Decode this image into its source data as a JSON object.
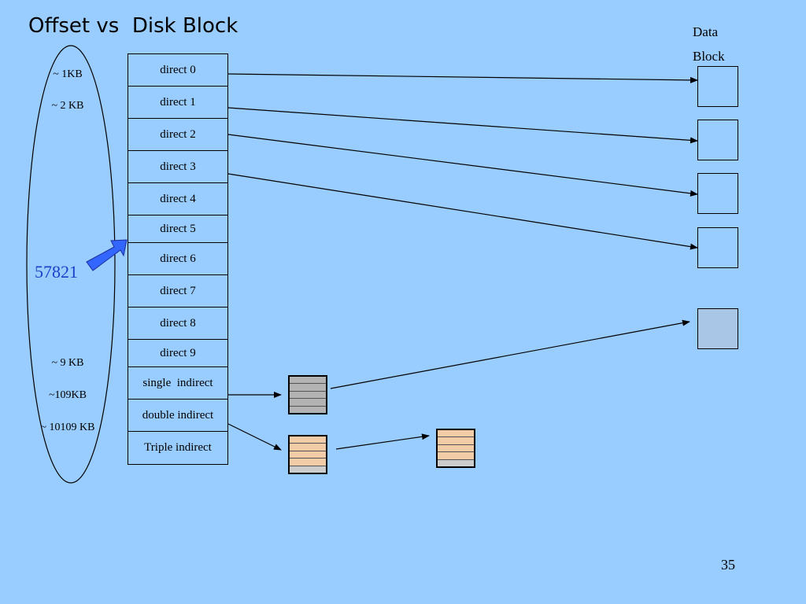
{
  "title": "Offset vs  Disk Block",
  "data_block_label": [
    "Data",
    "Block"
  ],
  "offsets": [
    "~ 1KB",
    "~ 2 KB",
    "~ 9 KB",
    "~109KB",
    "~ 10109 KB"
  ],
  "highlighted_offset": "57821",
  "inode_rows": [
    "direct 0",
    "direct 1",
    "direct 2",
    "direct 3",
    "direct 4",
    "direct 5",
    "direct 6",
    "direct 7",
    "direct 8",
    "direct 9",
    "single  indirect",
    "double indirect",
    "Triple indirect"
  ],
  "page_number": "35",
  "colors": {
    "background": "#99ccff",
    "pointer_arrow": "#3366ff",
    "highlight_text": "#1a3fc9",
    "filled_block": "#a9c6e6",
    "single_indirect_fill": "#b3b3b3",
    "double_indirect_fill": "#f2cca6"
  }
}
